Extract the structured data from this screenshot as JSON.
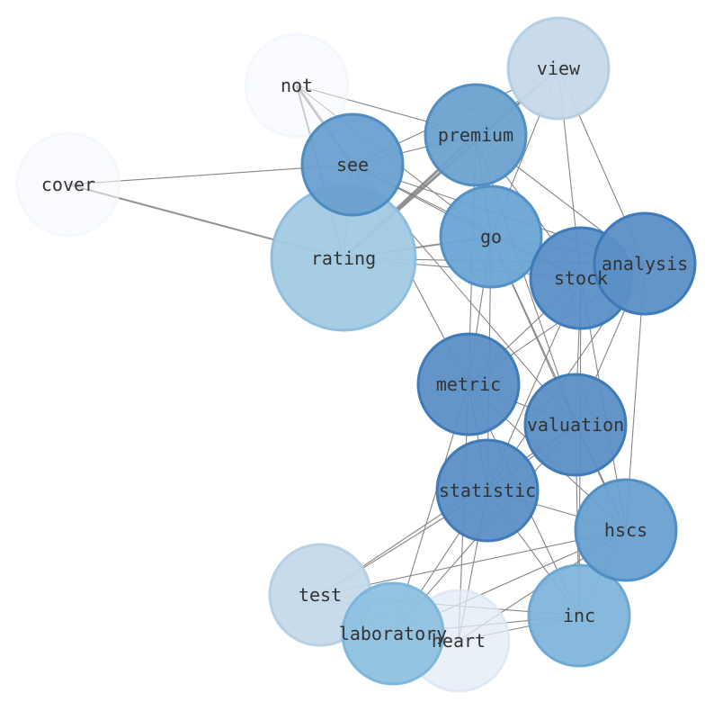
{
  "nodes": [
    {
      "id": "not",
      "label": "not",
      "color": "#f4f8fd",
      "stroke": "#eef4fb"
    },
    {
      "id": "view",
      "label": "view",
      "color": "#c6d9ea",
      "stroke": "#b3cde3"
    },
    {
      "id": "premium",
      "label": "premium",
      "color": "#6ba2d0",
      "stroke": "#4a8cc2"
    },
    {
      "id": "see",
      "label": "see",
      "color": "#6aa0cf",
      "stroke": "#4889c0"
    },
    {
      "id": "cover",
      "label": "cover",
      "color": "#f4f8fd",
      "stroke": "#eef4fb"
    },
    {
      "id": "go",
      "label": "go",
      "color": "#6ba4d3",
      "stroke": "#4d8fc6"
    },
    {
      "id": "rating",
      "label": "rating",
      "color": "#a2cae3",
      "stroke": "#8cbcdd"
    },
    {
      "id": "stock",
      "label": "stock",
      "color": "#5a8fc7",
      "stroke": "#3a78b8"
    },
    {
      "id": "analysis",
      "label": "analysis",
      "color": "#5b8fc6",
      "stroke": "#3a77b6"
    },
    {
      "id": "metric",
      "label": "metric",
      "color": "#5b8fc6",
      "stroke": "#3a77b6"
    },
    {
      "id": "valuation",
      "label": "valuation",
      "color": "#5b8fc6",
      "stroke": "#3a77b6"
    },
    {
      "id": "statistic",
      "label": "statistic",
      "color": "#5b8fc6",
      "stroke": "#3a77b6"
    },
    {
      "id": "hscs",
      "label": "hscs",
      "color": "#6aa1d0",
      "stroke": "#4b8cc4"
    },
    {
      "id": "test",
      "label": "test",
      "color": "#c5d9ea",
      "stroke": "#b5cfe4"
    },
    {
      "id": "inc",
      "label": "inc",
      "color": "#7fb5d9",
      "stroke": "#68a6d2"
    },
    {
      "id": "heart",
      "label": "heart",
      "color": "#e3ebf6",
      "stroke": "#d9e5f3"
    },
    {
      "id": "laboratory",
      "label": "laboratory",
      "color": "#8fc1e0",
      "stroke": "#7ab5da"
    }
  ],
  "edges": [
    {
      "source": "not",
      "target": "see",
      "weight": 3
    },
    {
      "source": "not",
      "target": "rating",
      "weight": 2
    },
    {
      "source": "not",
      "target": "premium",
      "weight": 1
    },
    {
      "source": "not",
      "target": "go",
      "weight": 1
    },
    {
      "source": "cover",
      "target": "rating",
      "weight": 2
    },
    {
      "source": "cover",
      "target": "see",
      "weight": 1
    },
    {
      "source": "view",
      "target": "see",
      "weight": 1
    },
    {
      "source": "view",
      "target": "premium",
      "weight": 1
    },
    {
      "source": "view",
      "target": "rating",
      "weight": 3
    },
    {
      "source": "view",
      "target": "go",
      "weight": 1
    },
    {
      "source": "view",
      "target": "stock",
      "weight": 1
    },
    {
      "source": "view",
      "target": "analysis",
      "weight": 1
    },
    {
      "source": "premium",
      "target": "rating",
      "weight": 3
    },
    {
      "source": "premium",
      "target": "see",
      "weight": 1
    },
    {
      "source": "premium",
      "target": "go",
      "weight": 1
    },
    {
      "source": "premium",
      "target": "stock",
      "weight": 1
    },
    {
      "source": "premium",
      "target": "analysis",
      "weight": 1
    },
    {
      "source": "premium",
      "target": "metric",
      "weight": 1
    },
    {
      "source": "premium",
      "target": "valuation",
      "weight": 1
    },
    {
      "source": "see",
      "target": "rating",
      "weight": 1
    },
    {
      "source": "see",
      "target": "go",
      "weight": 1
    },
    {
      "source": "see",
      "target": "stock",
      "weight": 1
    },
    {
      "source": "see",
      "target": "analysis",
      "weight": 1
    },
    {
      "source": "see",
      "target": "metric",
      "weight": 1
    },
    {
      "source": "see",
      "target": "valuation",
      "weight": 1
    },
    {
      "source": "rating",
      "target": "go",
      "weight": 2
    },
    {
      "source": "rating",
      "target": "stock",
      "weight": 1
    },
    {
      "source": "rating",
      "target": "analysis",
      "weight": 1
    },
    {
      "source": "go",
      "target": "stock",
      "weight": 1
    },
    {
      "source": "go",
      "target": "analysis",
      "weight": 1
    },
    {
      "source": "go",
      "target": "metric",
      "weight": 1
    },
    {
      "source": "go",
      "target": "valuation",
      "weight": 1
    },
    {
      "source": "go",
      "target": "statistic",
      "weight": 1
    },
    {
      "source": "go",
      "target": "hscs",
      "weight": 1
    },
    {
      "source": "stock",
      "target": "analysis",
      "weight": 1
    },
    {
      "source": "stock",
      "target": "metric",
      "weight": 1
    },
    {
      "source": "stock",
      "target": "valuation",
      "weight": 1
    },
    {
      "source": "stock",
      "target": "statistic",
      "weight": 1
    },
    {
      "source": "stock",
      "target": "hscs",
      "weight": 1
    },
    {
      "source": "stock",
      "target": "inc",
      "weight": 1
    },
    {
      "source": "analysis",
      "target": "metric",
      "weight": 1
    },
    {
      "source": "analysis",
      "target": "valuation",
      "weight": 1
    },
    {
      "source": "analysis",
      "target": "statistic",
      "weight": 1
    },
    {
      "source": "analysis",
      "target": "hscs",
      "weight": 1
    },
    {
      "source": "metric",
      "target": "valuation",
      "weight": 1
    },
    {
      "source": "metric",
      "target": "statistic",
      "weight": 1
    },
    {
      "source": "metric",
      "target": "hscs",
      "weight": 1
    },
    {
      "source": "metric",
      "target": "inc",
      "weight": 1
    },
    {
      "source": "metric",
      "target": "laboratory",
      "weight": 1
    },
    {
      "source": "metric",
      "target": "heart",
      "weight": 1
    },
    {
      "source": "valuation",
      "target": "statistic",
      "weight": 1
    },
    {
      "source": "valuation",
      "target": "hscs",
      "weight": 1
    },
    {
      "source": "valuation",
      "target": "inc",
      "weight": 1
    },
    {
      "source": "valuation",
      "target": "test",
      "weight": 1
    },
    {
      "source": "valuation",
      "target": "laboratory",
      "weight": 1
    },
    {
      "source": "statistic",
      "target": "hscs",
      "weight": 1
    },
    {
      "source": "statistic",
      "target": "inc",
      "weight": 1
    },
    {
      "source": "statistic",
      "target": "test",
      "weight": 1
    },
    {
      "source": "statistic",
      "target": "laboratory",
      "weight": 1
    },
    {
      "source": "statistic",
      "target": "heart",
      "weight": 1
    },
    {
      "source": "hscs",
      "target": "inc",
      "weight": 1
    },
    {
      "source": "hscs",
      "target": "test",
      "weight": 1
    },
    {
      "source": "hscs",
      "target": "laboratory",
      "weight": 1
    },
    {
      "source": "hscs",
      "target": "heart",
      "weight": 1
    },
    {
      "source": "test",
      "target": "inc",
      "weight": 1
    },
    {
      "source": "test",
      "target": "laboratory",
      "weight": 1
    },
    {
      "source": "test",
      "target": "heart",
      "weight": 1
    },
    {
      "source": "inc",
      "target": "laboratory",
      "weight": 1
    },
    {
      "source": "inc",
      "target": "heart",
      "weight": 1
    }
  ]
}
